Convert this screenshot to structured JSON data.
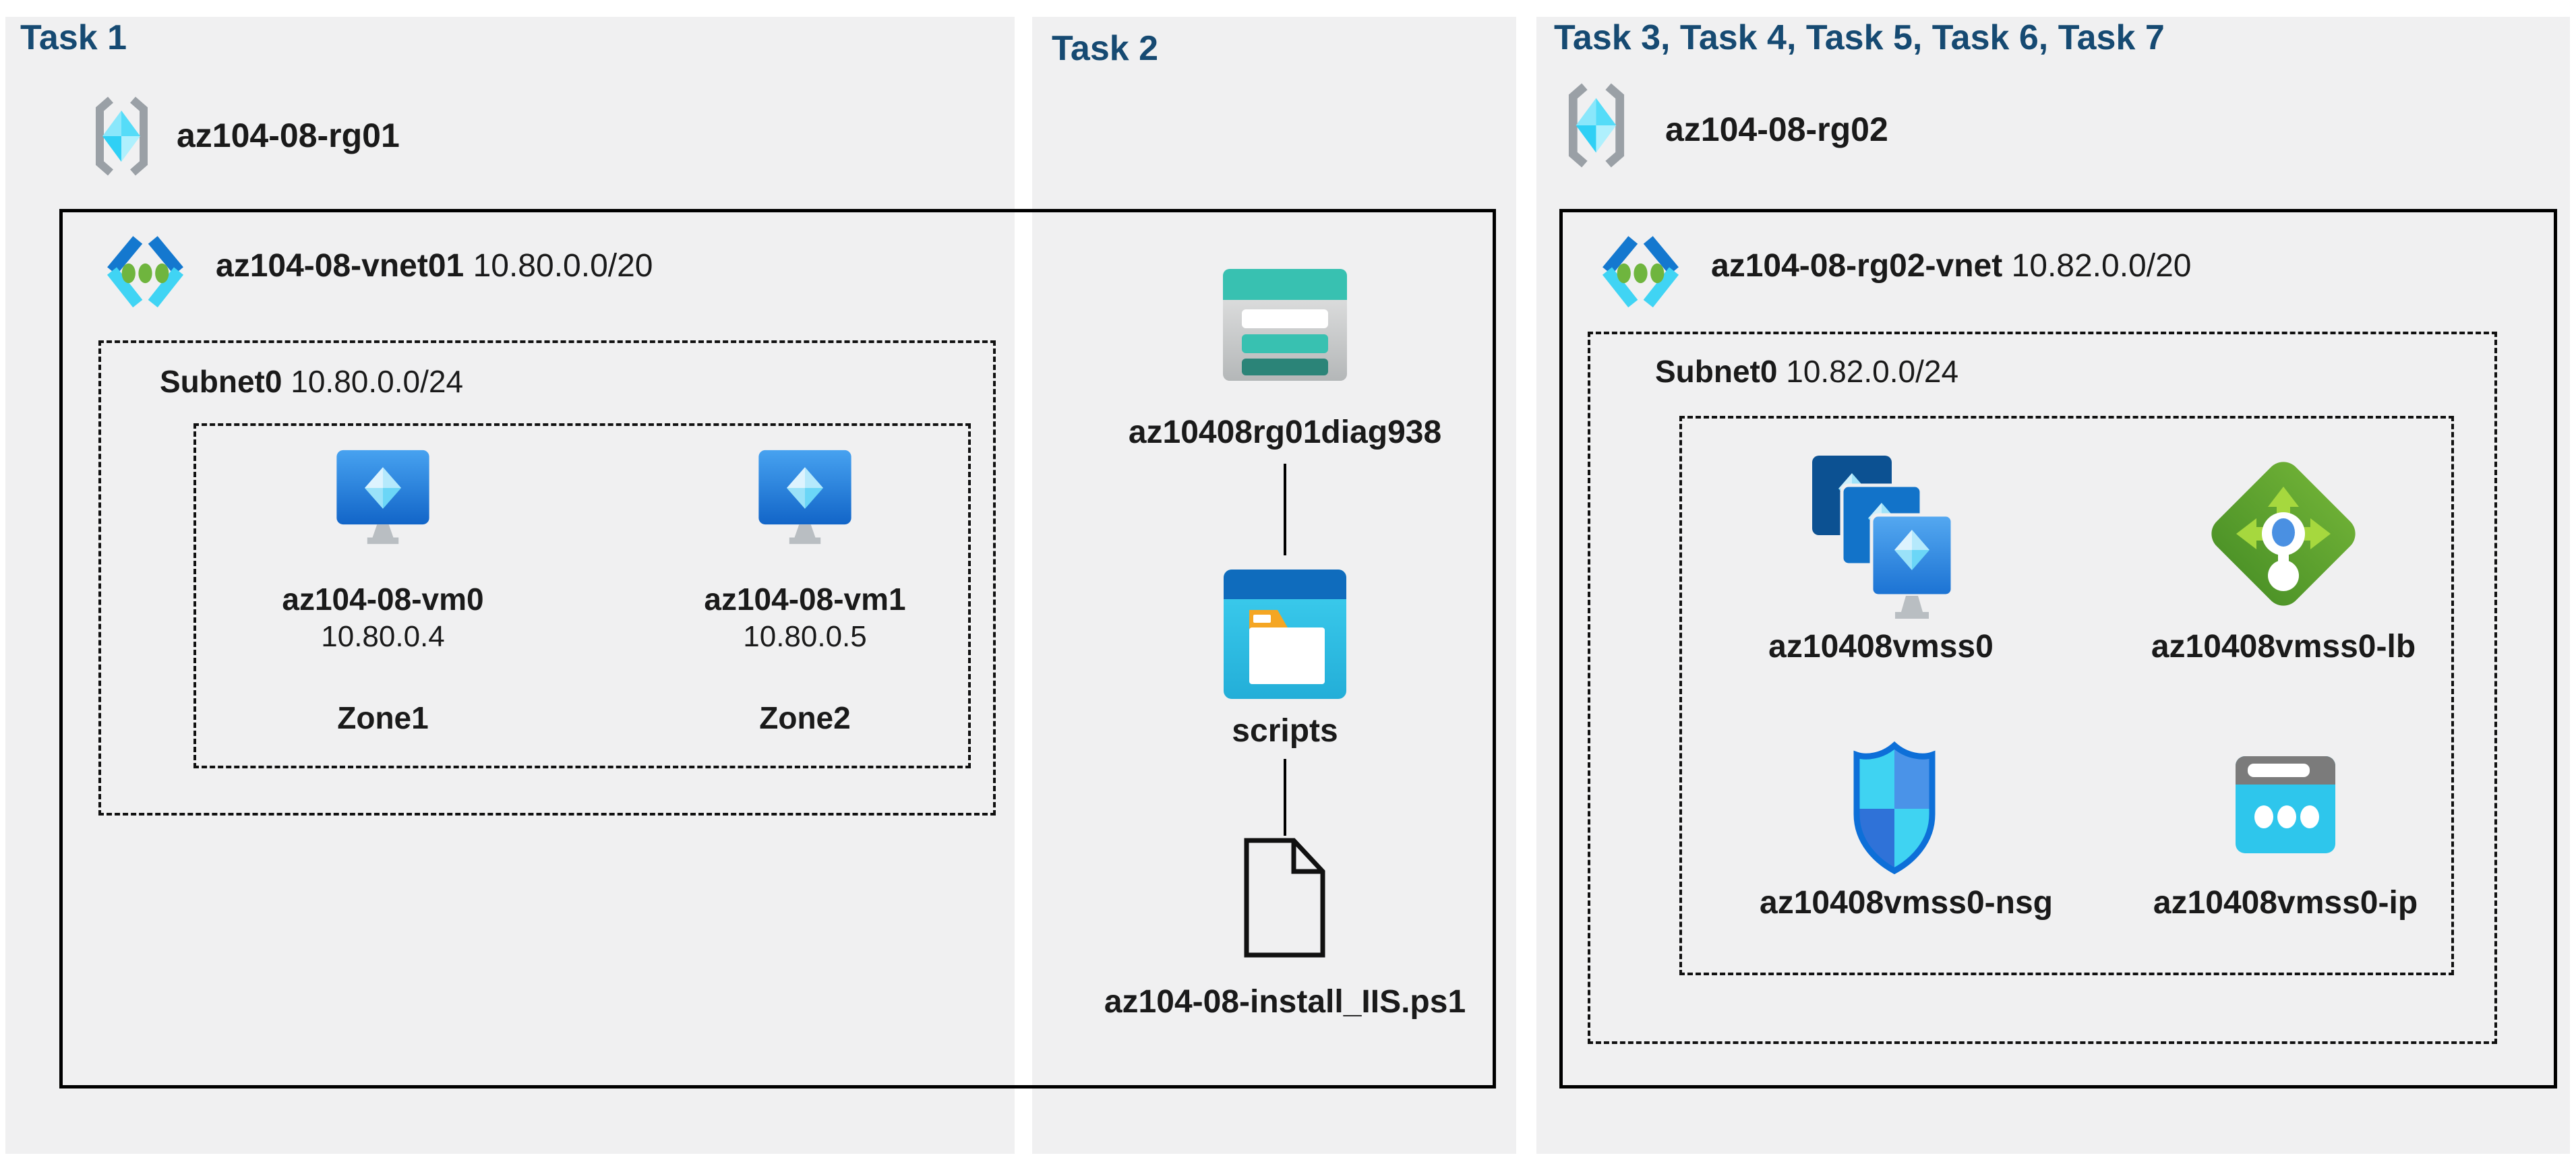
{
  "page": {
    "background": "#ffffff",
    "panel_color": "#f0f0f1",
    "title_color": "#164a72",
    "border_color": "#000000"
  },
  "task1": {
    "title": "Task 1",
    "resource_group": {
      "name": "az104-08-rg01"
    },
    "vnet": {
      "name": "az104-08-vnet01",
      "cidr": "10.80.0.0/20"
    },
    "subnet": {
      "name": "Subnet0",
      "cidr": "10.80.0.0/24"
    },
    "vms": [
      {
        "name": "az104-08-vm0",
        "ip": "10.80.0.4",
        "zone": "Zone1"
      },
      {
        "name": "az104-08-vm1",
        "ip": "10.80.0.5",
        "zone": "Zone2"
      }
    ]
  },
  "task2": {
    "title": "Task 2",
    "storage_account": "az10408rg01diag938",
    "container": "scripts",
    "file": "az104-08-install_IIS.ps1"
  },
  "task3": {
    "title": "Task 3, Task 4, Task 5, Task 6, Task 7",
    "resource_group": {
      "name": "az104-08-rg02"
    },
    "vnet": {
      "name": "az104-08-rg02-vnet",
      "cidr": "10.82.0.0/20"
    },
    "subnet": {
      "name": "Subnet0",
      "cidr": "10.82.0.0/24"
    },
    "resources": [
      {
        "name": "az10408vmss0",
        "type": "virtual-machine-scale-set"
      },
      {
        "name": "az10408vmss0-lb",
        "type": "load-balancer"
      },
      {
        "name": "az10408vmss0-nsg",
        "type": "network-security-group"
      },
      {
        "name": "az10408vmss0-ip",
        "type": "public-ip-address"
      }
    ]
  },
  "icon_colors": {
    "storage_teal": "#38c1b1",
    "storage_dark_teal": "#2b8478",
    "container_blue": "#0f6cbd",
    "container_cyan": "#2fc3e8",
    "folder_orange": "#f5a623",
    "vm_blue": "#1b72d3",
    "lb_green": "#5ca02e",
    "lb_arrow_green": "#a6d83e",
    "nsg_border_blue": "#0d6fd8",
    "ip_cyan": "#2ec6ec",
    "vnet_green_dot": "#6fb53e",
    "rg_cyan": "#3fd4f6",
    "bracket_gray": "#9aa0a6"
  }
}
